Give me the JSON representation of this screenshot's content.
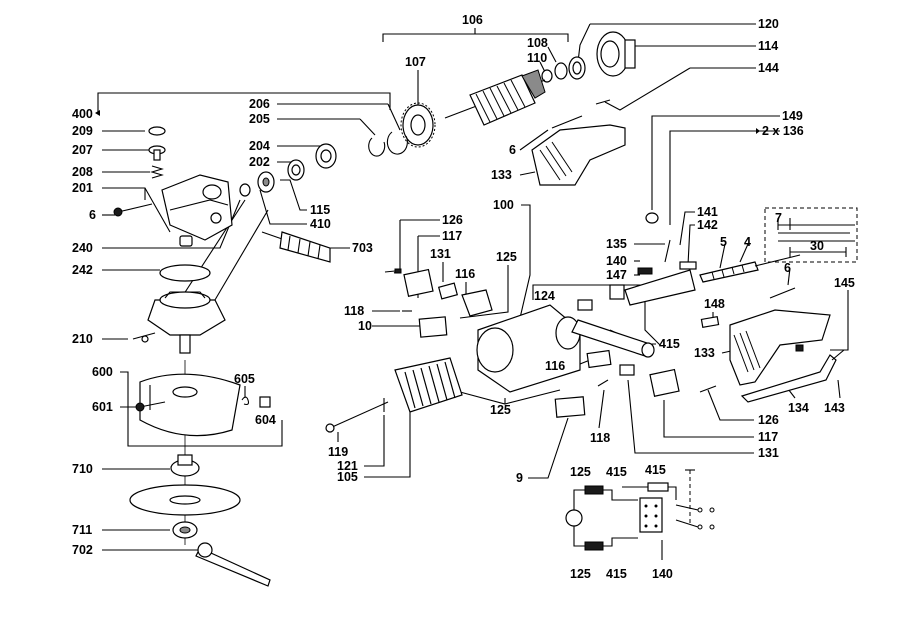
{
  "diagram": {
    "callouts": [
      {
        "id": "c106",
        "text": "106"
      },
      {
        "id": "c120",
        "text": "120"
      },
      {
        "id": "c108",
        "text": "108"
      },
      {
        "id": "c110",
        "text": "110"
      },
      {
        "id": "c114",
        "text": "114"
      },
      {
        "id": "c107",
        "text": "107"
      },
      {
        "id": "c144",
        "text": "144"
      },
      {
        "id": "c400",
        "text": "400"
      },
      {
        "id": "c206",
        "text": "206"
      },
      {
        "id": "c205",
        "text": "205"
      },
      {
        "id": "c209",
        "text": "209"
      },
      {
        "id": "c149",
        "text": "149"
      },
      {
        "id": "c136",
        "text": "2 x 136"
      },
      {
        "id": "c207",
        "text": "207"
      },
      {
        "id": "c204",
        "text": "204"
      },
      {
        "id": "c6a",
        "text": "6"
      },
      {
        "id": "c202",
        "text": "202"
      },
      {
        "id": "c208",
        "text": "208"
      },
      {
        "id": "c133a",
        "text": "133"
      },
      {
        "id": "c201",
        "text": "201"
      },
      {
        "id": "c115",
        "text": "115"
      },
      {
        "id": "c6b",
        "text": "6"
      },
      {
        "id": "c410",
        "text": "410"
      },
      {
        "id": "c100",
        "text": "100"
      },
      {
        "id": "c141",
        "text": "141"
      },
      {
        "id": "c142",
        "text": "142"
      },
      {
        "id": "c7",
        "text": "7"
      },
      {
        "id": "c126a",
        "text": "126"
      },
      {
        "id": "c117a",
        "text": "117"
      },
      {
        "id": "c5",
        "text": "5"
      },
      {
        "id": "c4",
        "text": "4"
      },
      {
        "id": "c240",
        "text": "240"
      },
      {
        "id": "c703",
        "text": "703"
      },
      {
        "id": "c135",
        "text": "135"
      },
      {
        "id": "c30",
        "text": "30"
      },
      {
        "id": "c131a",
        "text": "131"
      },
      {
        "id": "c125a",
        "text": "125"
      },
      {
        "id": "c140a",
        "text": "140"
      },
      {
        "id": "c6c",
        "text": "6"
      },
      {
        "id": "c116a",
        "text": "116"
      },
      {
        "id": "c242",
        "text": "242"
      },
      {
        "id": "c147",
        "text": "147"
      },
      {
        "id": "c124",
        "text": "124"
      },
      {
        "id": "c145",
        "text": "145"
      },
      {
        "id": "c148",
        "text": "148"
      },
      {
        "id": "c118a",
        "text": "118"
      },
      {
        "id": "c10",
        "text": "10"
      },
      {
        "id": "c210",
        "text": "210"
      },
      {
        "id": "c415a",
        "text": "415"
      },
      {
        "id": "c133b",
        "text": "133"
      },
      {
        "id": "c116b",
        "text": "116"
      },
      {
        "id": "c600",
        "text": "600"
      },
      {
        "id": "c605",
        "text": "605"
      },
      {
        "id": "c601",
        "text": "601"
      },
      {
        "id": "c125b",
        "text": "125"
      },
      {
        "id": "c134",
        "text": "134"
      },
      {
        "id": "c143",
        "text": "143"
      },
      {
        "id": "c604",
        "text": "604"
      },
      {
        "id": "c126b",
        "text": "126"
      },
      {
        "id": "c118b",
        "text": "118"
      },
      {
        "id": "c117b",
        "text": "117"
      },
      {
        "id": "c119",
        "text": "119"
      },
      {
        "id": "c131b",
        "text": "131"
      },
      {
        "id": "c121",
        "text": "121"
      },
      {
        "id": "c105",
        "text": "105"
      },
      {
        "id": "c710",
        "text": "710"
      },
      {
        "id": "c9",
        "text": "9"
      },
      {
        "id": "c125c",
        "text": "125"
      },
      {
        "id": "c415b",
        "text": "415"
      },
      {
        "id": "c415c",
        "text": "415"
      },
      {
        "id": "c711",
        "text": "711"
      },
      {
        "id": "c702",
        "text": "702"
      },
      {
        "id": "c125d",
        "text": "125"
      },
      {
        "id": "c415d",
        "text": "415"
      },
      {
        "id": "c140b",
        "text": "140"
      }
    ]
  }
}
